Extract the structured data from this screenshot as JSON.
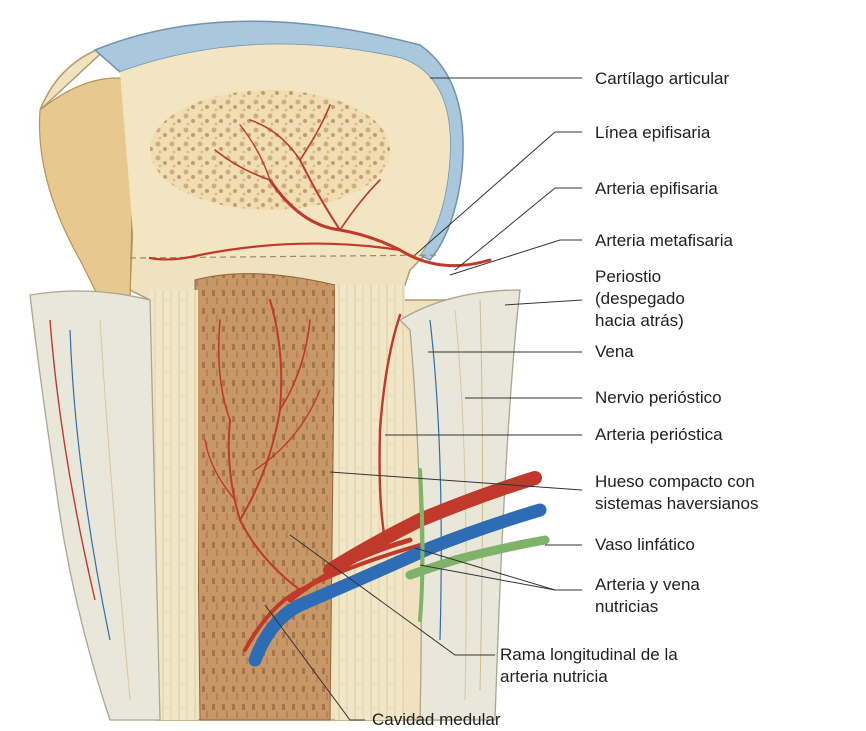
{
  "labels": {
    "cartilago": "Cartílago articular",
    "linea": "Línea epifisaria",
    "art_epi": "Arteria epifisaria",
    "art_meta": "Arteria metafisaria",
    "periostio": "Periostio\n(despegado\nhacia atrás)",
    "vena": "Vena",
    "nervio": "Nervio perióstico",
    "art_perio": "Arteria perióstica",
    "hueso": "Hueso compacto con\nsistemas haversianos",
    "linfatico": "Vaso linfático",
    "nutricias": "Arteria y vena\nnutricias",
    "rama": "Rama longitudinal de la\narteria nutricia",
    "cavidad": "Cavidad medular"
  },
  "colors": {
    "artery": "#c0392b",
    "vein": "#2e6db5",
    "lymph": "#7fb36a",
    "cartilage": "#a9c7dd",
    "epiphysis": "#f1e2bf",
    "spongy": "#d9c08e",
    "periosteum": "#e9e6d6",
    "marrow": "#b8875a"
  }
}
